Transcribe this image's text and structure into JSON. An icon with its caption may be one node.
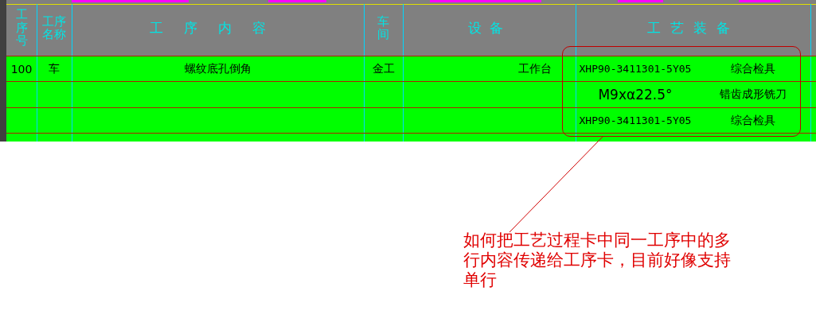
{
  "diagram": {
    "nodes": [
      {
        "text": [],
        "shape": "box"
      },
      {
        "text": [
          "如何把工艺过程卡中同一工序中的多行内容传递给工序卡，目前好像支持单行"
        ]
      }
    ],
    "edges": [
      {
        "from": 1,
        "to": 0,
        "arrow": "none",
        "color": "#d00000"
      }
    ],
    "labels": [
      "工序号",
      "工序名称",
      "工序内容",
      "车间",
      "设备",
      "工艺装备",
      "100",
      "车",
      "螺纹底孔倒角",
      "金工",
      "工作台",
      "XHP90-3411301-5Y05",
      "综合检具",
      "M9xα22.5°",
      "错齿成形铣刀",
      "XHP90-3411301-5Y05",
      "综合检具"
    ]
  }
}
